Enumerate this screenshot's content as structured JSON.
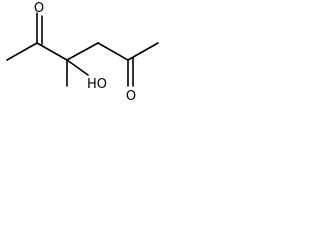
{
  "molecule": {
    "atoms": {
      "o_top": "O",
      "o_right": "O",
      "hydroxyl": "HO"
    }
  }
}
